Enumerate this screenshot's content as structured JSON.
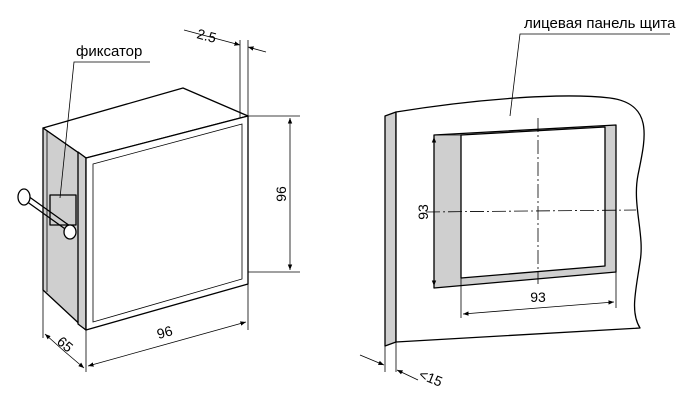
{
  "left_view": {
    "callout_label": "фиксатор",
    "dim_bezel": "2.5",
    "dim_height": "96",
    "dim_width": "96",
    "dim_depth": "65"
  },
  "right_view": {
    "callout_label": "лицевая панель щита",
    "dim_cutout_height": "93",
    "dim_cutout_width": "93",
    "dim_panel_thickness": "<15"
  },
  "colors": {
    "line": "#000000",
    "shade": "#cfcfcf",
    "background": "#ffffff"
  }
}
